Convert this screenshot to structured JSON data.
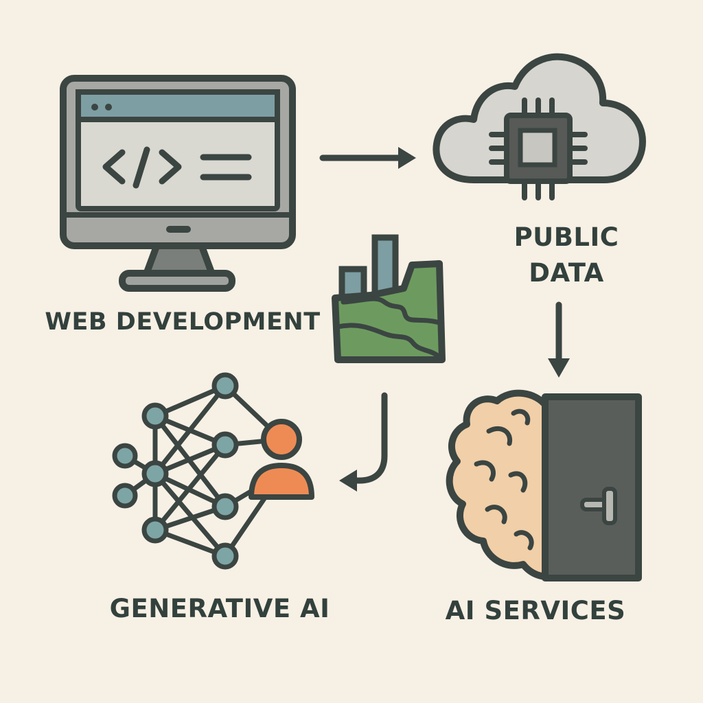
{
  "nodes": {
    "web_development": {
      "label": "WEB DEVELOPMENT",
      "icon": "code-monitor-icon"
    },
    "public_data": {
      "label_line1": "PUBLIC",
      "label_line2": "DATA",
      "icon": "cloud-chip-icon"
    },
    "map_data": {
      "icon": "map-bar-chart-icon"
    },
    "generative_ai": {
      "label": "GENERATIVE AI",
      "icon": "neural-network-person-icon"
    },
    "ai_services": {
      "label": "AI SERVICES",
      "icon": "brain-door-icon"
    }
  },
  "arrows": [
    {
      "from": "web_development",
      "to": "public_data"
    },
    {
      "from": "public_data",
      "to": "ai_services"
    },
    {
      "from": "map_data",
      "to": "generative_ai"
    }
  ],
  "colors": {
    "background": "#f7f0e5",
    "outline": "#3b4542",
    "screen_bar": "#7d9ea3",
    "screen": "#d9d8d1",
    "monitor_body": "#a7a8a4",
    "cloud": "#d6d5d0",
    "chip": "#575a57",
    "map_green": "#6d9b5f",
    "bars": "#7d9ea3",
    "node_teal": "#7ea5a5",
    "person_orange": "#ee8b55",
    "brain": "#f1cfa8",
    "door": "#5a5e5b"
  }
}
